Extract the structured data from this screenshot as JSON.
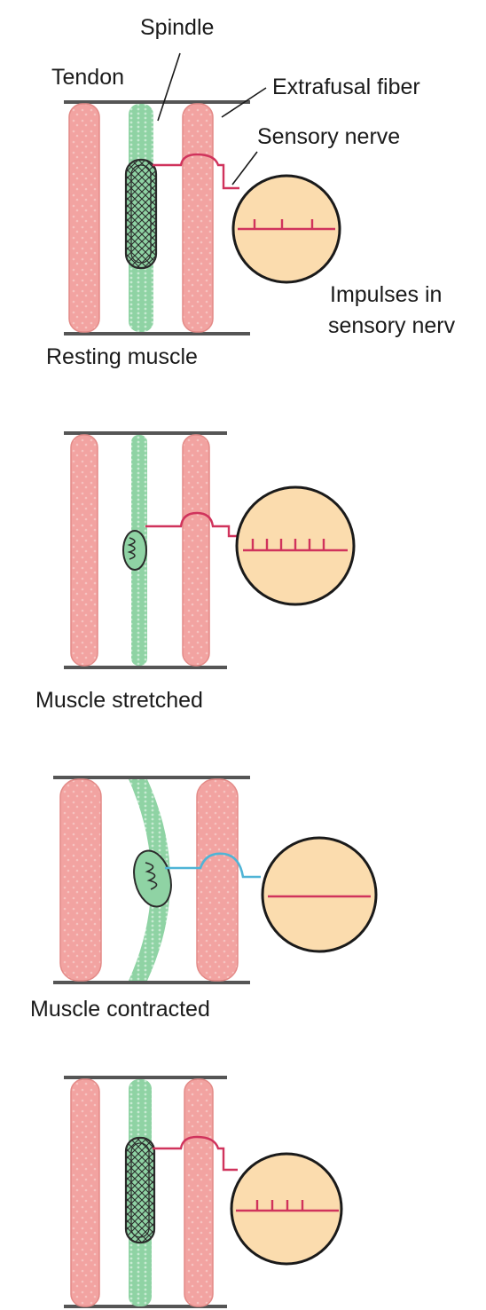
{
  "labels": {
    "spindle": "Spindle",
    "tendon": "Tendon",
    "extrafusal_fiber": "Extrafusal fiber",
    "sensory_nerve": "Sensory nerve",
    "impulses_line1": "Impulses in",
    "impulses_line2": "sensory nerv",
    "resting": "Resting muscle",
    "stretched": "Muscle stretched",
    "contracted": "Muscle contracted"
  },
  "colors": {
    "fiber": "#f2a3a1",
    "fiber_outline": "#e37f7c",
    "spindle": "#8fd3a4",
    "circle_fill": "#fbdcae",
    "nerve_active": "#d0335c",
    "nerve_inactive": "#4fb4d6",
    "tendon": "#555555"
  },
  "panels": [
    {
      "state": "resting",
      "impulse_count": 3
    },
    {
      "state": "stretched",
      "impulse_count": 6
    },
    {
      "state": "contracted",
      "impulse_count": 0
    },
    {
      "state": "resting",
      "impulse_count": 4
    }
  ]
}
